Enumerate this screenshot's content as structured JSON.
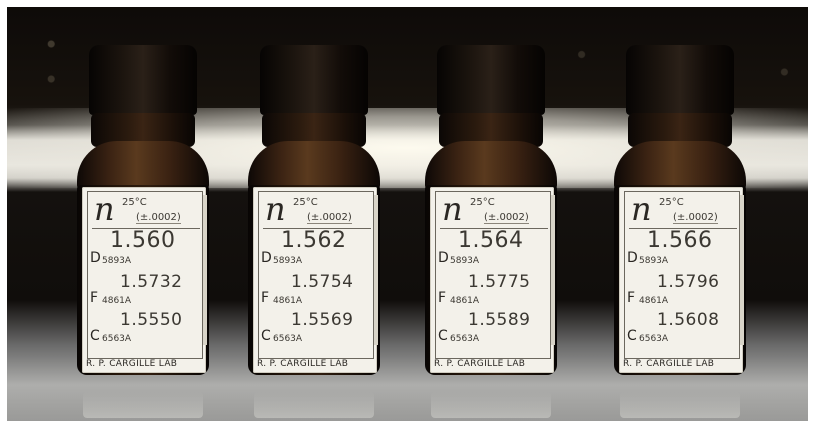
{
  "bottles": [
    {
      "symbol": "n",
      "temperature": "25°C",
      "tolerance": "(±.0002)",
      "lines": [
        {
          "letter": "D",
          "wavelength": "5893A",
          "value": "1.560"
        },
        {
          "letter": "F",
          "wavelength": "4861A",
          "value": "1.5732"
        },
        {
          "letter": "C",
          "wavelength": "6563A",
          "value": "1.5550"
        }
      ],
      "maker": "R. P. CARGILLE LAB"
    },
    {
      "symbol": "n",
      "temperature": "25°C",
      "tolerance": "(±.0002)",
      "lines": [
        {
          "letter": "D",
          "wavelength": "5893A",
          "value": "1.562"
        },
        {
          "letter": "F",
          "wavelength": "4861A",
          "value": "1.5754"
        },
        {
          "letter": "C",
          "wavelength": "6563A",
          "value": "1.5569"
        }
      ],
      "maker": "R. P. CARGILLE LAB"
    },
    {
      "symbol": "n",
      "temperature": "25°C",
      "tolerance": "(±.0002)",
      "lines": [
        {
          "letter": "D",
          "wavelength": "5893A",
          "value": "1.564"
        },
        {
          "letter": "F",
          "wavelength": "4861A",
          "value": "1.5775"
        },
        {
          "letter": "C",
          "wavelength": "6563A",
          "value": "1.5589"
        }
      ],
      "maker": "R. P. CARGILLE LAB"
    },
    {
      "symbol": "n",
      "temperature": "25°C",
      "tolerance": "(±.0002)",
      "lines": [
        {
          "letter": "D",
          "wavelength": "5893A",
          "value": "1.566"
        },
        {
          "letter": "F",
          "wavelength": "4861A",
          "value": "1.5796"
        },
        {
          "letter": "C",
          "wavelength": "6563A",
          "value": "1.5608"
        }
      ],
      "maker": "R. P. CARGILLE LAB"
    }
  ],
  "colors": {
    "glass": "#3a2414",
    "cap": "#120c08",
    "label": "#f3f1ea",
    "ink": "#2a2723",
    "shelf_light": "#e8e6df"
  }
}
